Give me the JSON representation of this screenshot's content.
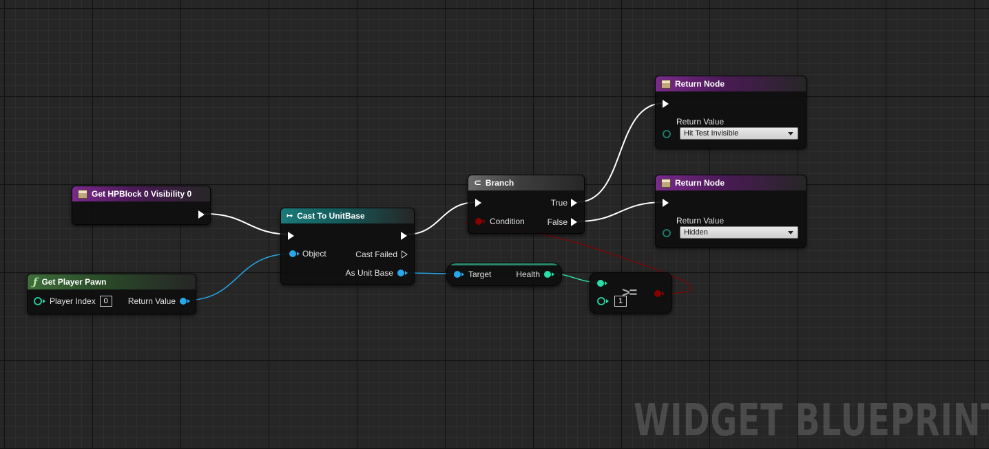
{
  "nodes": {
    "get_hpblock": {
      "title": "Get HPBlock 0 Visibility 0",
      "icon": "function-entry-icon"
    },
    "get_player_pawn": {
      "title": "Get Player Pawn",
      "icon": "function-icon",
      "player_index_label": "Player Index",
      "player_index_value": "0",
      "return_value_label": "Return Value"
    },
    "cast_to_unitbase": {
      "title": "Cast To UnitBase",
      "icon": "cast-icon",
      "object_label": "Object",
      "cast_failed_label": "Cast Failed",
      "as_unit_base_label": "As Unit Base"
    },
    "health_getter": {
      "target_label": "Target",
      "health_label": "Health"
    },
    "compare": {
      "operator": ">=",
      "b_value": "1"
    },
    "branch": {
      "title": "Branch",
      "icon": "branch-icon",
      "condition_label": "Condition",
      "true_label": "True",
      "false_label": "False"
    },
    "return_node_1": {
      "title": "Return Node",
      "icon": "return-icon",
      "return_value_label": "Return Value",
      "return_value": "Hit Test Invisible"
    },
    "return_node_2": {
      "title": "Return Node",
      "icon": "return-icon",
      "return_value_label": "Return Value",
      "return_value": "Hidden"
    }
  },
  "watermark": "WIDGET BLUEPRINT",
  "colors": {
    "exec_wire": "#ffffff",
    "object_wire": "#27a8e8",
    "float_wire": "#27e0a8",
    "bool_wire": "#8a0000",
    "function_header": "#3e6e3a",
    "cast_header": "#1a7a7a",
    "entry_header": "#7a2a8c",
    "branch_header": "#6c6c6c"
  }
}
